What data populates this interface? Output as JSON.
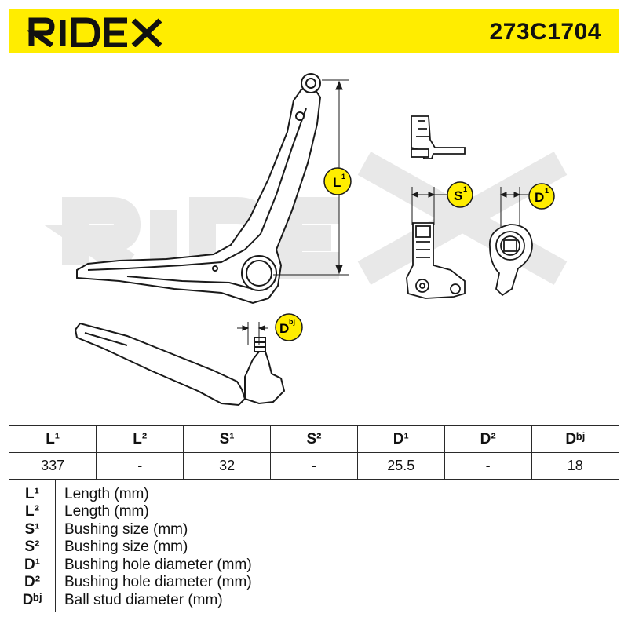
{
  "header": {
    "brand": "RIDEX",
    "part_number": "273C1704"
  },
  "watermark": "RIDEX",
  "callouts": {
    "L1": {
      "base": "L",
      "sup": "1"
    },
    "S1": {
      "base": "S",
      "sup": "1"
    },
    "D1": {
      "base": "D",
      "sup": "1"
    },
    "Dbj": {
      "base": "D",
      "sup": "bj"
    }
  },
  "table": {
    "headers": [
      "L¹",
      "L²",
      "S¹",
      "S²",
      "D¹",
      "D²",
      "Dᵇʲ"
    ],
    "values": [
      "337",
      "-",
      "32",
      "-",
      "25.5",
      "-",
      "18"
    ]
  },
  "legend": [
    {
      "symbol": "L¹",
      "label": "Length (mm)"
    },
    {
      "symbol": "L²",
      "label": "Length (mm)"
    },
    {
      "symbol": "S¹",
      "label": "Bushing size (mm)"
    },
    {
      "symbol": "S²",
      "label": "Bushing size (mm)"
    },
    {
      "symbol": "D¹",
      "label": "Bushing hole diameter (mm)"
    },
    {
      "symbol": "D²",
      "label": "Bushing hole diameter (mm)"
    },
    {
      "symbol": "Dᵇʲ",
      "label": "Ball stud diameter (mm)"
    }
  ],
  "colors": {
    "brand_yellow": "#ffed00",
    "line": "#1a1a1a",
    "watermark": "#e6e6e6"
  }
}
